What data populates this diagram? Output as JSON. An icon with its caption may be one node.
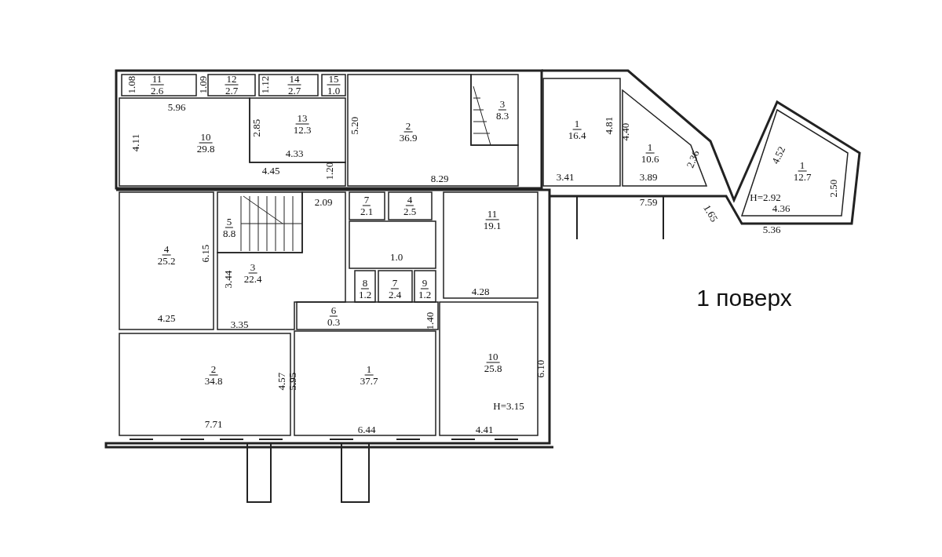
{
  "diagram": {
    "nodes": [
      {
        "text": [
          "11",
          "2.6"
        ]
      },
      {
        "text": [
          "12",
          "2.7"
        ]
      },
      {
        "text": [
          "14",
          "2.7"
        ]
      },
      {
        "text": [
          "15",
          "1.0"
        ]
      },
      {
        "text": [
          "10",
          "29.8"
        ]
      },
      {
        "text": [
          "13",
          "12.3"
        ]
      },
      {
        "text": [
          "2",
          "36.9"
        ]
      },
      {
        "text": [
          "3",
          "8.3"
        ]
      },
      {
        "text": [
          "1",
          "16.4"
        ]
      },
      {
        "text": [
          "1",
          "10.6"
        ]
      },
      {
        "text": [
          "1",
          "12.7"
        ]
      },
      {
        "text": [
          "4",
          "25.2"
        ]
      },
      {
        "text": [
          "5",
          "8.8"
        ]
      },
      {
        "text": [
          "3",
          "22.4"
        ]
      },
      {
        "text": [
          "7",
          "2.1"
        ]
      },
      {
        "text": [
          "4",
          "2.5"
        ]
      },
      {
        "text": [
          "1.0"
        ]
      },
      {
        "text": [
          "8",
          "1.2"
        ]
      },
      {
        "text": [
          "7",
          "2.4"
        ]
      },
      {
        "text": [
          "9",
          "1.2"
        ]
      },
      {
        "text": [
          "11",
          "19.1"
        ]
      },
      {
        "text": [
          "6",
          "0.3"
        ]
      },
      {
        "text": [
          "2",
          "34.8"
        ]
      },
      {
        "text": [
          "1",
          "37.7"
        ]
      },
      {
        "text": [
          "10",
          "25.8"
        ]
      }
    ],
    "labels": [
      "1.08",
      "1.09",
      "1.12",
      "5.96",
      "4.11",
      "2.85",
      "5.20",
      "4.33",
      "4.45",
      "1.20",
      "8.29",
      "4.81",
      "4.40",
      "2.36",
      "3.41",
      "3.89",
      "7.59",
      "1.65",
      "4.52",
      "2.50",
      "H=2.92",
      "4.36",
      "5.36",
      "2.09",
      "6.15",
      "3.44",
      "1 поверх",
      "4.28",
      "4.25",
      "3.35",
      "1.40",
      "4.57",
      "5.95",
      "6.10",
      "H=3.15",
      "7.71",
      "6.44",
      "4.41"
    ]
  }
}
